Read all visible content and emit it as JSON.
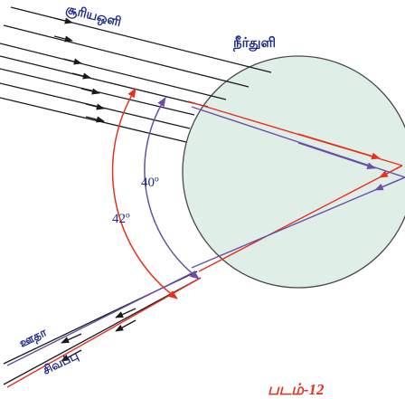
{
  "labels": {
    "sunlight": "சூரியஒளி",
    "droplet": "நீர்துளி",
    "angle_40": "40º",
    "angle_42": "42º",
    "violet": "ஊதா",
    "red": "சிவப்பு",
    "figure": "படம்-12"
  },
  "colors": {
    "background": "#ffffff",
    "sphere_fill": "#dfeee7",
    "sphere_stroke": "#4a4a4a",
    "rays": "#1a1a1a",
    "red_ray": "#e8301f",
    "violet_ray": "#6a4fa8",
    "label_text": "#1d2a8c",
    "figure_text": "#e8301f"
  }
}
